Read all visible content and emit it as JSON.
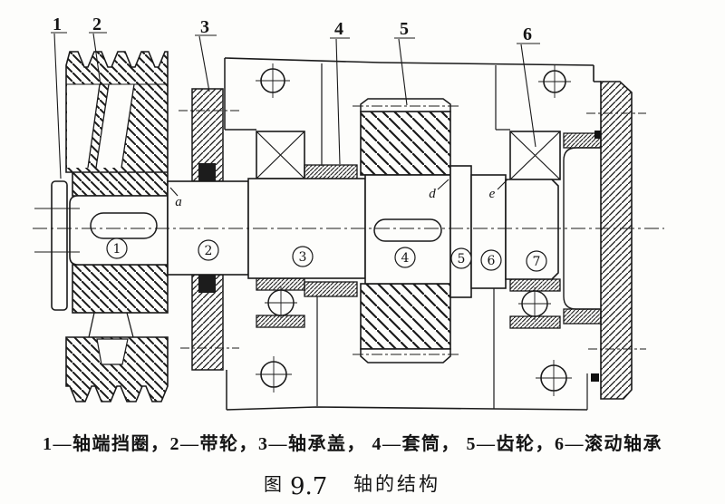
{
  "figure": {
    "leaders": [
      "1",
      "2",
      "3",
      "4",
      "5",
      "6"
    ],
    "sections": [
      "1",
      "2",
      "3",
      "4",
      "5",
      "6",
      "7"
    ],
    "points": [
      "a",
      "d",
      "e"
    ],
    "caption": "1—轴端挡圈，2—带轮，3—轴承盖， 4—套筒， 5—齿轮，6—滚动轴承",
    "title": {
      "prefix": "图",
      "number": "9.7",
      "text": "轴的结构"
    }
  },
  "colors": {
    "ink": "#1a1a1a",
    "paper": "#fdfdfb"
  }
}
